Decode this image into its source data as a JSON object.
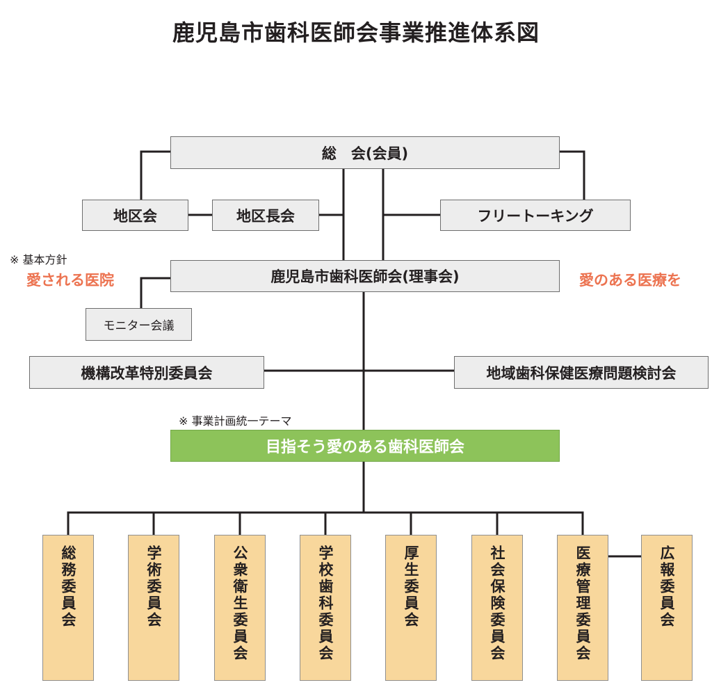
{
  "title": "鹿児島市歯科医師会事業推進体系図",
  "colors": {
    "box_fill": "#ededed",
    "theme_green": "#8dc35a",
    "committee_fill": "#f8d79c",
    "accent_orange": "#ec7350",
    "line": "#231f20"
  },
  "general_meeting": "総　会(会員)",
  "district_meeting": "地区会",
  "district_chiefs_meeting": "地区長会",
  "free_talking": "フリートーキング",
  "basic_policy": {
    "note": "※ 基本方針",
    "left": "愛される医院",
    "right": "愛のある医療を"
  },
  "board": "鹿児島市歯科医師会(理事会)",
  "monitor_meeting": "モニター会議",
  "special_reform_committee": "機構改革特別委員会",
  "regional_health_committee": "地域歯科保健医療問題検討会",
  "theme": {
    "note": "※ 事業計画統一テーマ",
    "label": "目指そう愛のある歯科医師会"
  },
  "committees": [
    "総務委員会",
    "学術委員会",
    "公衆衛生委員会",
    "学校歯科委員会",
    "厚生委員会",
    "社会保険委員会",
    "医療管理委員会",
    "広報委員会"
  ]
}
